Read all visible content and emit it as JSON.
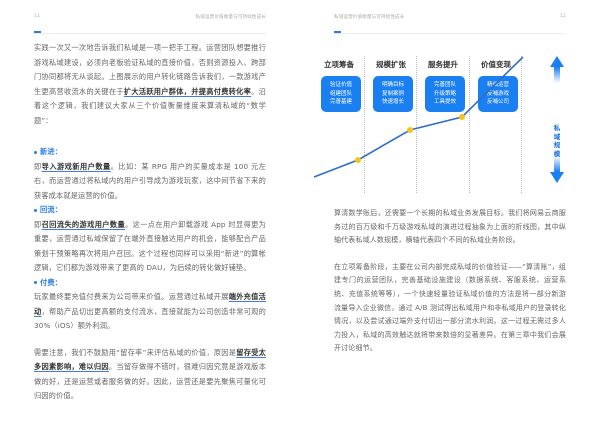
{
  "left_page": {
    "page_number": "11",
    "running_header": "私域运营价值衡量与可持续性成长",
    "intro": {
      "text_before": "实践一次又一次地告诉我们私域是一项一把手工程。运营团队想要推行游戏私域建设，必须向老板验证私域的直接价值，否则资源投入、跨部门协同都将无从谈起。上图展示的用户转化链路告诉我们，一款游戏产生更高营收流水的关键在于",
      "highlight": "扩大活跃用户群体，并提高付费转化率",
      "text_after": "。沿着这个逻辑，我们建议大家从三个价值衡量维度来算清私域的“数学题”："
    },
    "sections": [
      {
        "label": "新进：",
        "prefix": "即",
        "highlight": "导入游戏新用户数量",
        "text": "。比如：某 RPG 用户的买量成本是 100 元左右，而运营通过将私域内的用户引导成为游戏玩家，这中间节省下来的获客成本就是运营的价值。"
      },
      {
        "label": "回流：",
        "prefix": "即",
        "highlight": "召回流失的游戏用户数量",
        "text": "。这一点在用户卸载游戏 App 时显得更为重要，运营通过私域保留了在端外直接触达用户的机会，能够配合产品策划干预策略再次将用户召回。这个过程也同样可以采用“新进”的算帐逻辑，它们都为游戏带来了更高的 DAU，为后续的转化做好铺垫。"
      },
      {
        "label": "付费：",
        "prefix": "玩家最终要充值付费来为公司带来价值。运营通过私域开展",
        "highlight": "端外充值活动",
        "text": "，帮助产品切出更高额的支付流水，直接就能为公司创造非常可观的 30%（iOS）额外利润。"
      }
    ],
    "note": {
      "text_before": "需要注意，我们不鼓励用“留存率”来评估私域的价值，原因是",
      "highlight": "留存受太多因素影响，难以归因",
      "text_after": "。当留存做得不错时，很难归因究竟是游戏版本做的好，还是运营或者服务做的好。因此，运营还是要先聚焦可量化可归因的价值。"
    }
  },
  "right_page": {
    "page_number": "12",
    "running_header": "私域运营价值衡量与可持续性成长",
    "diagram": {
      "stages": [
        {
          "title": "立项筹备",
          "items": [
            "验证价值",
            "组建团队",
            "完善基建"
          ]
        },
        {
          "title": "规模扩张",
          "items": [
            "明确目标",
            "复制案例",
            "快速增长"
          ]
        },
        {
          "title": "服务提升",
          "items": [
            "完善团队",
            "升级策略",
            "工具提效"
          ]
        },
        {
          "title": "价值变现",
          "items": [
            "精细运营",
            "反哺游戏",
            "反哺公司"
          ]
        }
      ],
      "axis_label": "私域规模",
      "colors": {
        "box": "#1a7ff0",
        "line": "#2f6fc4",
        "marker": "#f5c518",
        "arrow": "#1a7ff0"
      }
    },
    "paragraphs": [
      "算清数学账后，还需要一个长期的私域业务发展目标。我们将网易云商服务过的百万级和千万级游戏私域的演进过程抽象为上面的折线图，其中纵轴代表私域人数规模，横轴代表四个不同的私域业务阶段。",
      "在立项筹备阶段，主要在公司内部完成私域的价值验证——“算清账”，组建专门的运营团队，完善基础设施建设（数据系统、客服系统、运营系统、充值系统等等），一个快速轻量验证私域价值的方法是将一部分新游流量导入企业微信，通过 A/B 测试得出私域用户和非私域用户的登录转化情况，以及尝试通过端外支付切出一部分流水利润。这一过程无需过多人力投入，私域的高效触达就将带来数倍的显著差异。在第三章中我们会展开讨论细节。"
    ]
  }
}
